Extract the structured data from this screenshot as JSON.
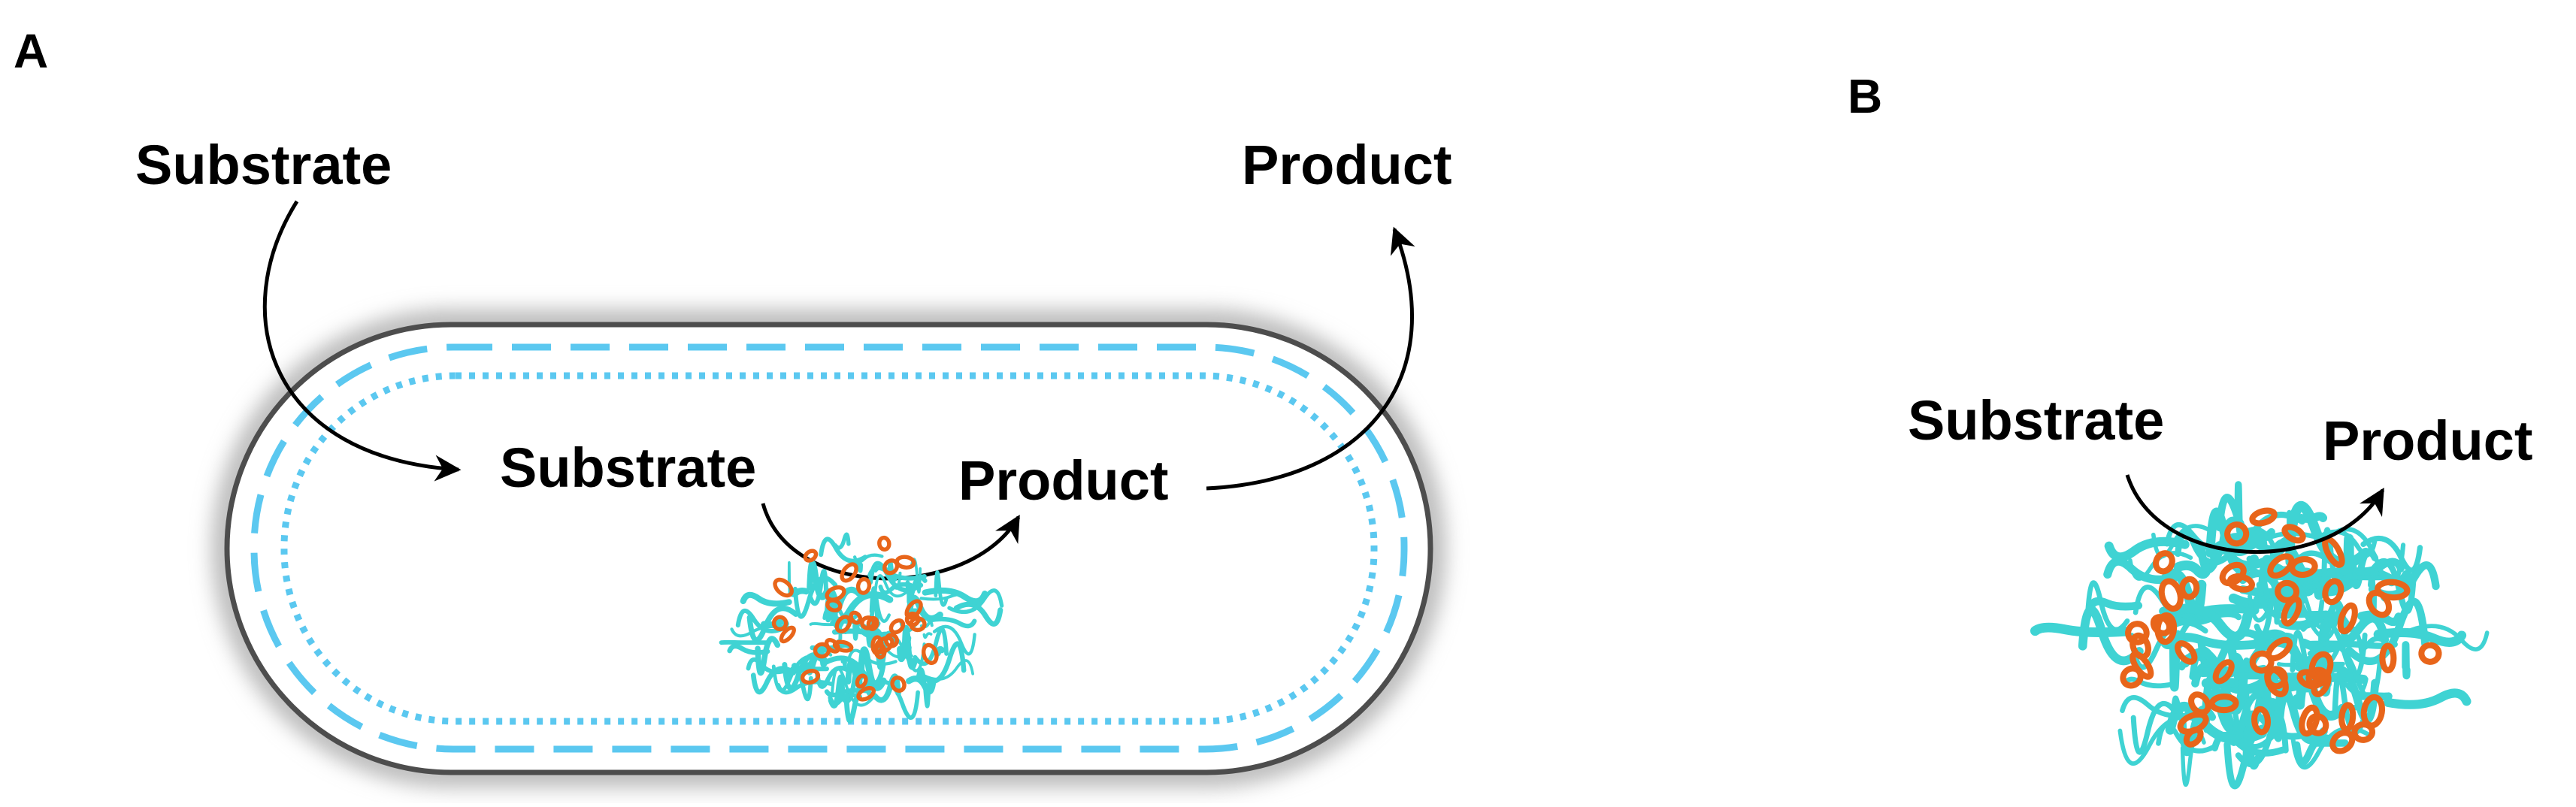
{
  "panels": {
    "a": {
      "letter": "A",
      "outside_substrate": "Substrate",
      "outside_product": "Product",
      "inside_substrate": "Substrate",
      "inside_product": "Product"
    },
    "b": {
      "letter": "B",
      "substrate": "Substrate",
      "product": "Product"
    }
  },
  "colors": {
    "membrane_dash": "#5bc8f0",
    "cell_wall": "#555555",
    "protein_strand": "#3fd3d3",
    "protein_helix": "#e8651a"
  },
  "icons": [
    "cell-icon",
    "enzyme-protein-icon"
  ]
}
